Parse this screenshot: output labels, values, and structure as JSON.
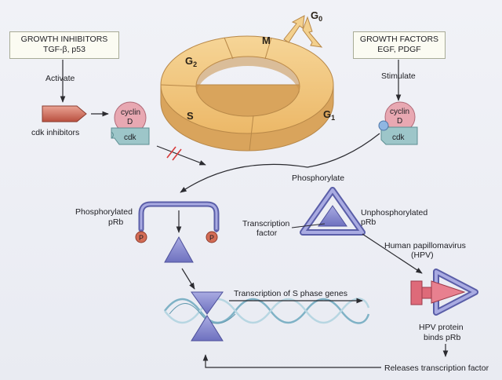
{
  "inhibitors": {
    "title": "GROWTH INHIBITORS",
    "subtitle": "TGF-β, p53"
  },
  "factors": {
    "title": "GROWTH FACTORS",
    "subtitle": "EGF, PDGF"
  },
  "labels": {
    "activate": "Activate",
    "stimulate": "Stimulate",
    "cdk_inhibitors": "cdk inhibitors",
    "cyclin_left": "cyclin",
    "d_left": "D",
    "cdk_left": "cdk",
    "cyclin_right": "cyclin",
    "d_right": "D",
    "cdk_right": "cdk",
    "phosphorylate": "Phosphorylate",
    "phosphorylated_1": "Phosphorylated",
    "phosphorylated_2": "pRb",
    "unphosphorylated_1": "Unphosphorylated",
    "unphosphorylated_2": "pRb",
    "transcription_factor_1": "Transcription",
    "transcription_factor_2": "factor",
    "p_left": "P",
    "p_right": "P",
    "hpv_1": "Human papillomavirus",
    "hpv_2": "(HPV)",
    "transcription_s": "Transcription of S phase genes",
    "hpv_binds_1": "HPV protein",
    "hpv_binds_2": "binds pRb",
    "releases": "Releases transcription factor"
  },
  "cycle": {
    "g0": "G",
    "g0_sub": "0",
    "m": "M",
    "g2": "G",
    "g2_sub": "2",
    "s": "S",
    "g1": "G",
    "g1_sub": "1"
  },
  "colors": {
    "ring_fill": "#f1c67e",
    "ring_edge": "#c49552",
    "prb": "#8b8ed0",
    "prb_dark": "#5a5ea8",
    "tf": "#7f7fc8",
    "cyclin": "#e7a3ae",
    "cdk": "#9cc6c9",
    "phosphate": "#d06a52",
    "hpv": "#e57182",
    "inhibitor_arrow": "#c6574a",
    "block": "#d83a3a"
  }
}
